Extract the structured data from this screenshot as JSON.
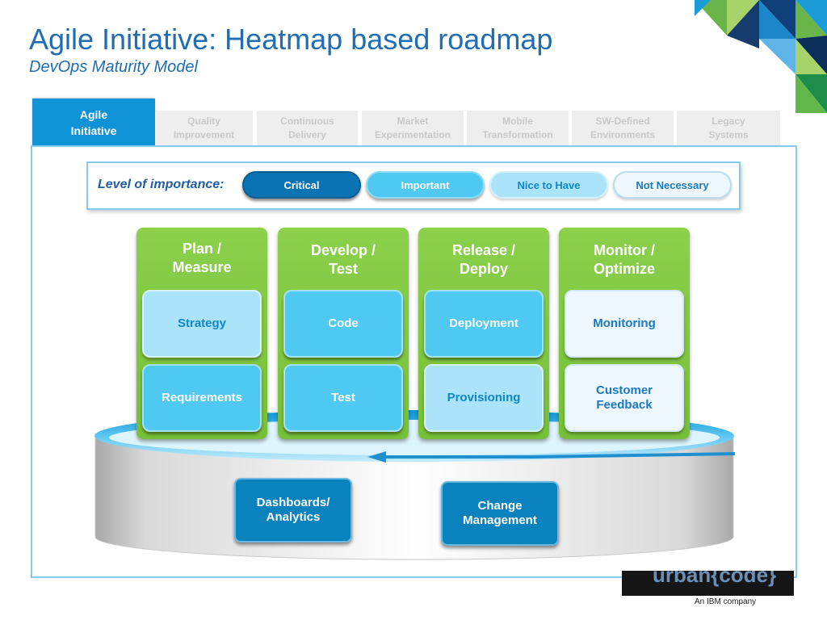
{
  "header": {
    "title": "Agile Initiative: Heatmap based roadmap",
    "subtitle": "DevOps Maturity Model"
  },
  "tabs": [
    {
      "line1": "Agile",
      "line2": "Initiative",
      "active": true
    },
    {
      "line1": "Quality",
      "line2": "Improvement",
      "active": false
    },
    {
      "line1": "Continuous",
      "line2": "Delivery",
      "active": false
    },
    {
      "line1": "Market",
      "line2": "Experimentation",
      "active": false
    },
    {
      "line1": "Mobile",
      "line2": "Transformation",
      "active": false
    },
    {
      "line1": "SW-Defined",
      "line2": "Environments",
      "active": false
    },
    {
      "line1": "Legacy",
      "line2": "Systems",
      "active": false
    }
  ],
  "legend": {
    "label": "Level of importance:",
    "levels": [
      "Critical",
      "Important",
      "Nice to Have",
      "Not Necessary"
    ]
  },
  "columns": [
    {
      "line1": "Plan /",
      "line2": "Measure",
      "items": [
        {
          "line1": "Strategy",
          "line2": "",
          "level": "Nice to Have"
        },
        {
          "line1": "Requirements",
          "line2": "",
          "level": "Important"
        }
      ]
    },
    {
      "line1": "Develop /",
      "line2": "Test",
      "items": [
        {
          "line1": "Code",
          "line2": "",
          "level": "Important"
        },
        {
          "line1": "Test",
          "line2": "",
          "level": "Important"
        }
      ]
    },
    {
      "line1": "Release /",
      "line2": "Deploy",
      "items": [
        {
          "line1": "Deployment",
          "line2": "",
          "level": "Important"
        },
        {
          "line1": "Provisioning",
          "line2": "",
          "level": "Nice to Have"
        }
      ]
    },
    {
      "line1": "Monitor /",
      "line2": "Optimize",
      "items": [
        {
          "line1": "Monitoring",
          "line2": "",
          "level": "Not Necessary"
        },
        {
          "line1": "Customer",
          "line2": "Feedback",
          "level": "Not Necessary"
        }
      ]
    }
  ],
  "platform": {
    "items": [
      {
        "line1": "Dashboards/",
        "line2": "Analytics",
        "level": "Critical"
      },
      {
        "line1": "Change",
        "line2": "Management",
        "level": "Critical"
      }
    ]
  },
  "colors": {
    "title": "#1f6db3",
    "critical": "#0a73b4",
    "important": "#50c9f2",
    "nice_to_have": "#abe4fa",
    "not_necessary": "#eef7fd",
    "column_green": "#7ec441",
    "tab_active": "#0f93d6"
  },
  "logo": {
    "text": "urban{code}",
    "tagline": "An IBM company"
  }
}
